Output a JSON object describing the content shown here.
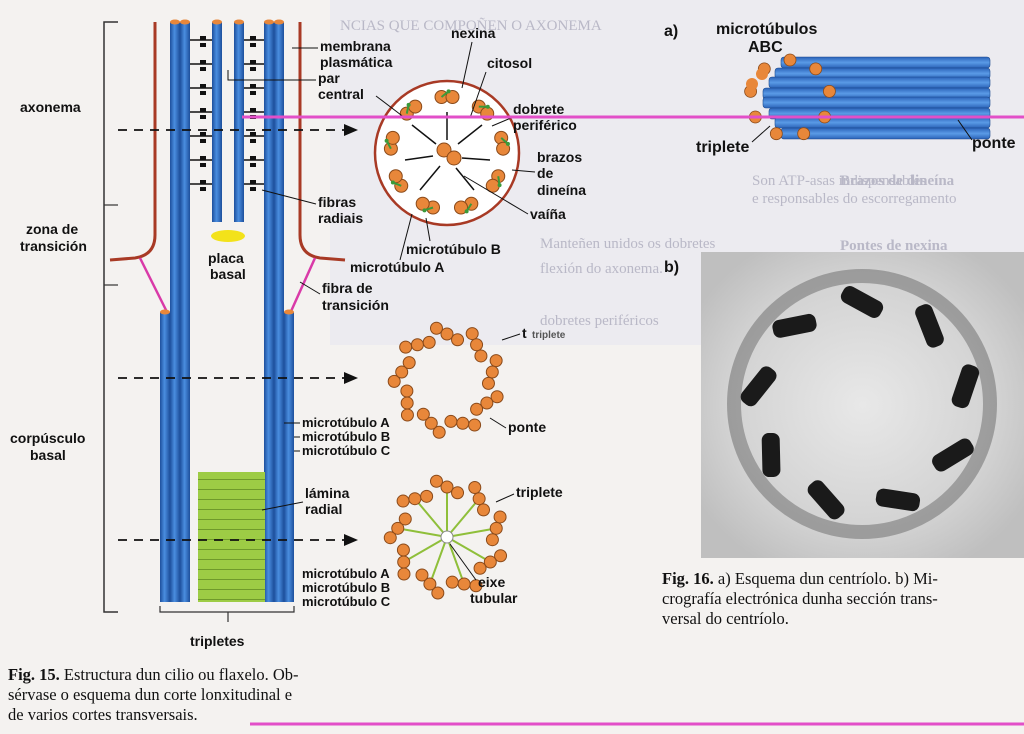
{
  "fig15": {
    "label_axonema": "axonema",
    "label_zona": "zona de",
    "label_transicion": "transición",
    "label_corpusculo": "corpúsculo",
    "label_basal": "basal",
    "label_nexina": "nexina",
    "label_membrana": "membrana",
    "label_plasmatica": "plasmática",
    "label_citosol": "citosol",
    "label_par": "par",
    "label_central": "central",
    "label_dobrete": "dobrete",
    "label_periferico": "periférico",
    "label_brazos": "brazos",
    "label_de": "de",
    "label_dineina": "dineína",
    "label_vaina": "vaíña",
    "label_fibras": "fibras",
    "label_radiais": "radiais",
    "label_mt_b": "microtúbulo  B",
    "label_mt_a": "microtúbulo  A",
    "label_placa": "placa",
    "label_placa_basal": "basal",
    "label_fibra": "fibra de",
    "label_transicion2": "transición",
    "label_t": "t",
    "label_triplete_small": "triplete",
    "label_ponte": "ponte",
    "label_mt_a2": "microtúbulo  A",
    "label_mt_b2": "microtúbulo  B",
    "label_mt_c2": "microtúbulo  C",
    "label_lamina": "lámina",
    "label_radial": "radial",
    "label_triplete2": "triplete",
    "label_eixe": "eixe",
    "label_tubular": "tubular",
    "label_mt_a3": "microtúbulo  A",
    "label_mt_b3": "microtúbulo  B",
    "label_mt_c3": "microtúbulo  C",
    "label_tripletes": "tripletes",
    "caption_bold": "Fig. 15.",
    "caption_l1": " Estructura dun cilio ou flaxelo. Ob-",
    "caption_l2": "sérvase o esquema dun corte lonxitudinal e",
    "caption_l3": "de varios cortes transversais."
  },
  "fig16": {
    "label_a": "a)",
    "label_microtubulos": "microtúbulos",
    "label_abc": "ABC",
    "label_triplete": "triplete",
    "label_ponte": "ponte",
    "label_b": "b)",
    "caption_bold": "Fig. 16.",
    "caption_l1": " a) Esquema dun centríolo. b) Mi-",
    "caption_l2": "crografía electrónica dunha sección trans-",
    "caption_l3": "versal do centríolo."
  },
  "background_text": {
    "heading": "NCIAS QUE COMPOÑEN O AXONEMA",
    "row1_a": "Brazos de dineína",
    "row1_b": "Son ATP-asas indispensables",
    "row1_c": "e responsables do escorregamento",
    "row2_a": "Pontes de nexina",
    "row2_b": "Manteñen unidos os dobretes",
    "row2_c": "flexión do axonema.",
    "row3": "dobretes periféricos"
  },
  "colors": {
    "microtubule_blue": "#2d6ec4",
    "subunit_orange": "#e8873a",
    "membrane_red": "#b0402a",
    "transition_magenta": "#d93aa8",
    "lamina_green": "#8fbf3a",
    "placa_yellow": "#f3e21a",
    "guide_line_magenta": "#e24fc8"
  }
}
